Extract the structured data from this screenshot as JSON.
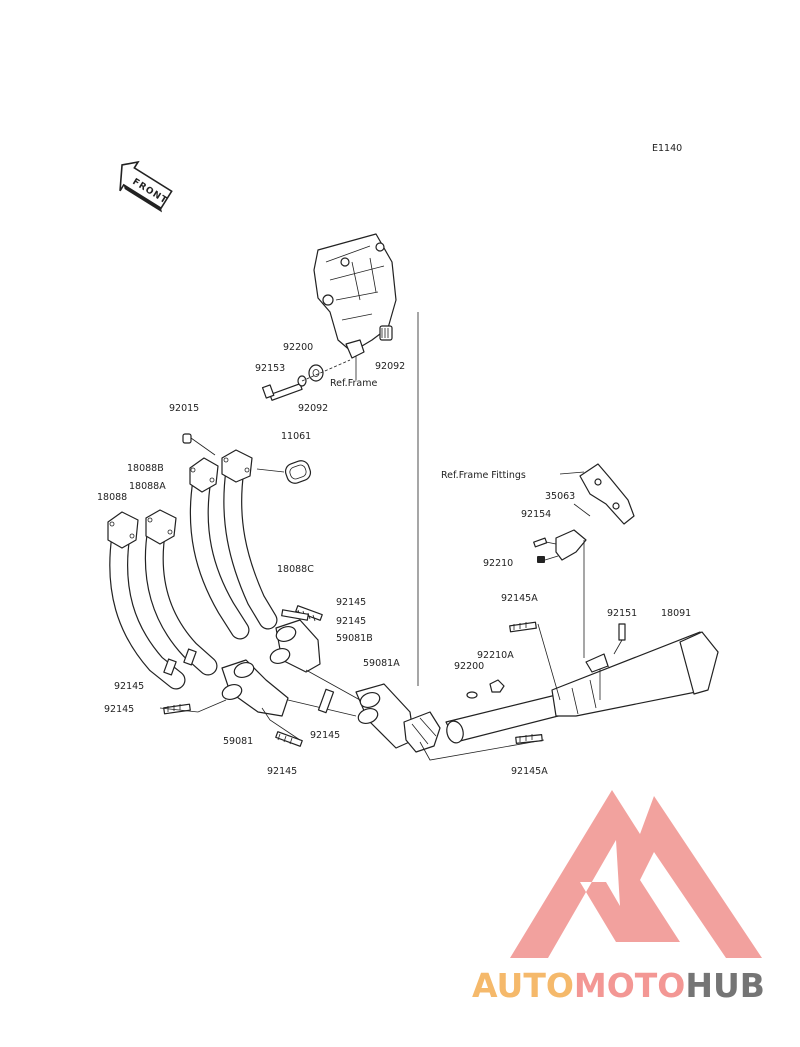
{
  "diagram_code": "E1140",
  "front_label": "FRONT",
  "ref_labels": {
    "frame": "Ref.Frame",
    "frame_fittings": "Ref.Frame Fittings"
  },
  "part_labels": {
    "p92200_top": "92200",
    "p92153": "92153",
    "p92092_right": "92092",
    "p92092_bottom": "92092",
    "p92015": "92015",
    "p11061": "11061",
    "p18088B": "18088B",
    "p18088A": "18088A",
    "p18088": "18088",
    "p18088C": "18088C",
    "p92145_a": "92145",
    "p92145_b": "92145",
    "p59081B": "59081B",
    "p59081A": "59081A",
    "p92145_c": "92145",
    "p92145_d": "92145",
    "p59081": "59081",
    "p92145_e": "92145",
    "p92145_f": "92145",
    "p35063": "35063",
    "p92154": "92154",
    "p92210": "92210",
    "p92145A_top": "92145A",
    "p92151": "92151",
    "p18091": "18091",
    "p92210A": "92210A",
    "p92200_mid": "92200",
    "p92145A_bottom": "92145A"
  },
  "watermark": {
    "part1": "AUTO",
    "part2": "MOTO",
    "part3": "HUB",
    "colors": {
      "auto": "#f5b45f",
      "moto": "#f28f8c",
      "hub": "#6a6a6a",
      "logo": "#f19a96"
    }
  }
}
